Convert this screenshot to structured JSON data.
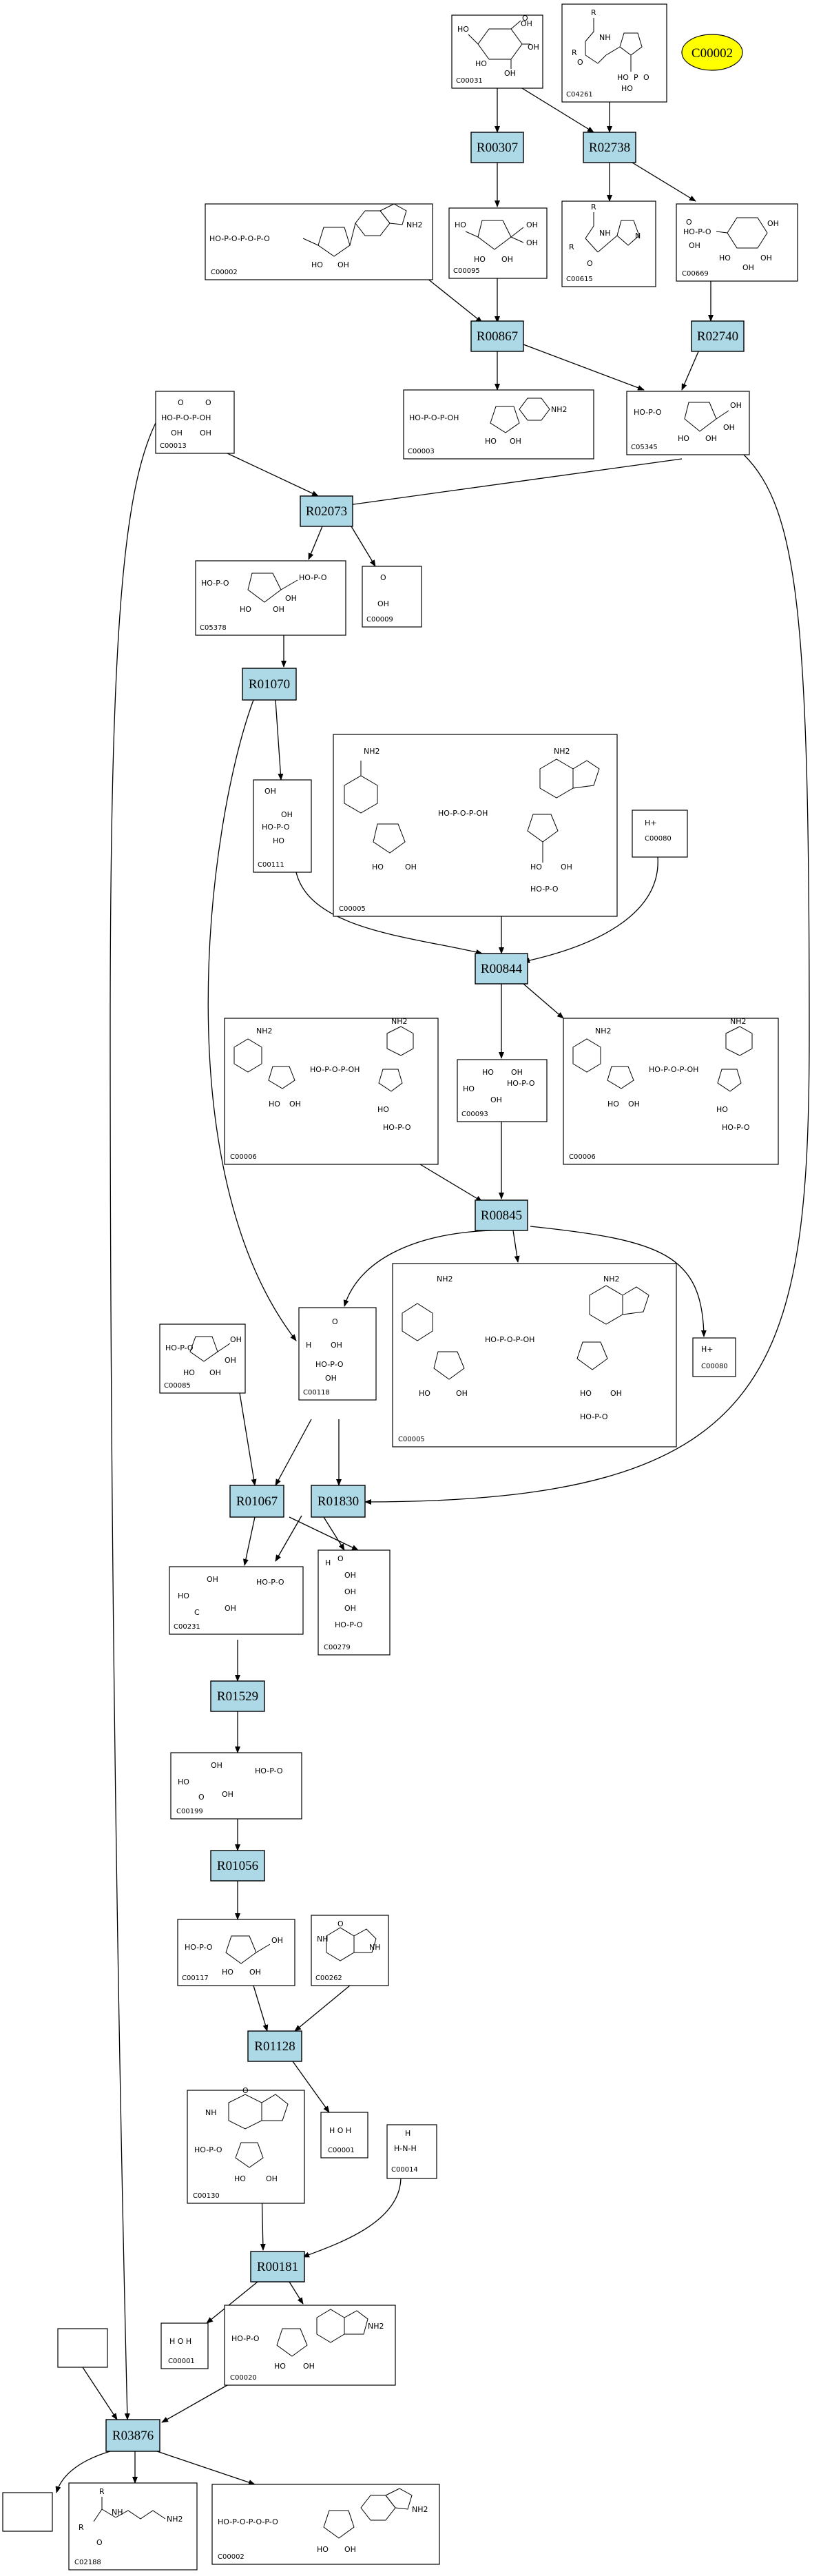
{
  "root_label": "C00002",
  "reactions": {
    "r00307": "R00307",
    "r02738": "R02738",
    "r00867": "R00867",
    "r02740": "R02740",
    "r02073": "R02073",
    "r01070": "R01070",
    "r00844": "R00844",
    "r00845": "R00845",
    "r01067": "R01067",
    "r01830": "R01830",
    "r01529": "R01529",
    "r01056": "R01056",
    "r01128": "R01128",
    "r00181": "R00181",
    "r03876": "R03876"
  },
  "compounds": {
    "c00031": "C00031",
    "c04261": "C04261",
    "c00002a": "C00002",
    "c00095": "C00095",
    "c00615": "C00615",
    "c00669": "C00669",
    "c00013": "C00013",
    "c00003": "C00003",
    "c05345": "C05345",
    "c05378": "C05378",
    "c00009": "C00009",
    "c00111": "C00111",
    "c00005a": "C00005",
    "c00080a": "C00080",
    "c00006a": "C00006",
    "c00093": "C00093",
    "c00006b": "C00006",
    "c00085": "C00085",
    "c00118": "C00118",
    "c00005b": "C00005",
    "c00080b": "C00080",
    "c00231": "C00231",
    "c00279": "C00279",
    "c00199": "C00199",
    "c00117": "C00117",
    "c00262": "C00262",
    "c00130": "C00130",
    "c00001a": "C00001",
    "c00014": "C00014",
    "c00001b": "C00001",
    "c00020": "C00020",
    "c02188": "C02188",
    "c00002b": "C00002"
  },
  "atoms": {
    "oh": "OH",
    "ho": "HO",
    "o": "O",
    "p": "P",
    "n": "N",
    "nh": "NH",
    "nh2": "NH2",
    "h": "H",
    "h_plus": "H+",
    "r": "R",
    "c": "C",
    "phosphate_chain_3": "HO-P-O-P-O-P-O",
    "phosphate_chain_2": "HO-P-O-P-OH",
    "phosphate_1": "HO-P-O",
    "water": "H   O   H",
    "ammonia": "H-N-H"
  }
}
